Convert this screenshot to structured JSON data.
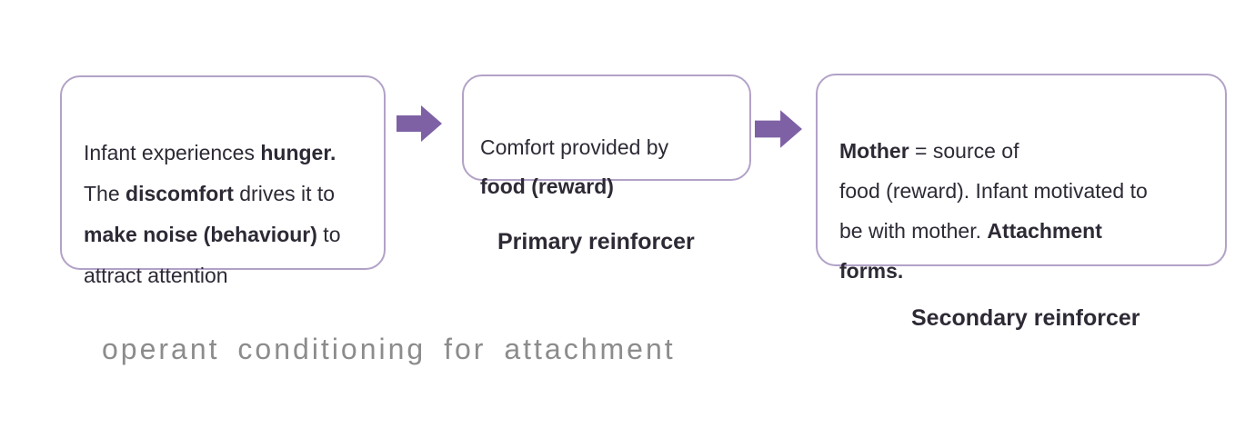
{
  "diagram": {
    "title_caption": "operant conditioning for attachment",
    "boxes": [
      {
        "id": "behaviour-box",
        "segments": [
          {
            "t": "Infant experiences ",
            "b": false
          },
          {
            "t": "hunger.",
            "b": true
          },
          {
            "t": "\nThe ",
            "b": false
          },
          {
            "t": "discomfort",
            "b": true
          },
          {
            "t": " drives it to\n",
            "b": false
          },
          {
            "t": "make noise (behaviour)",
            "b": true
          },
          {
            "t": " to\nattract attention",
            "b": false
          }
        ]
      },
      {
        "id": "primary-reinforcer-box",
        "segments": [
          {
            "t": "Comfort provided by\n",
            "b": false
          },
          {
            "t": "food (reward)",
            "b": true
          }
        ]
      },
      {
        "id": "secondary-reinforcer-box",
        "segments": [
          {
            "t": "Mother",
            "b": true
          },
          {
            "t": " = source of\nfood (reward). Infant motivated to\nbe with mother. ",
            "b": false
          },
          {
            "t": "Attachment\nforms.",
            "b": true
          }
        ]
      }
    ],
    "labels": {
      "primary": "Primary reinforcer",
      "secondary": "Secondary reinforcer"
    }
  },
  "icons": [
    {
      "name": "right-arrow-icon",
      "glyph": "block-arrow-right"
    },
    {
      "name": "right-arrow-icon",
      "glyph": "block-arrow-right"
    }
  ],
  "colors": {
    "border": "#b2a2c7",
    "arrow": "#7e61a5",
    "text": "#2e2a35",
    "caption": "#8c8c8c",
    "bg": "#ffffff"
  }
}
